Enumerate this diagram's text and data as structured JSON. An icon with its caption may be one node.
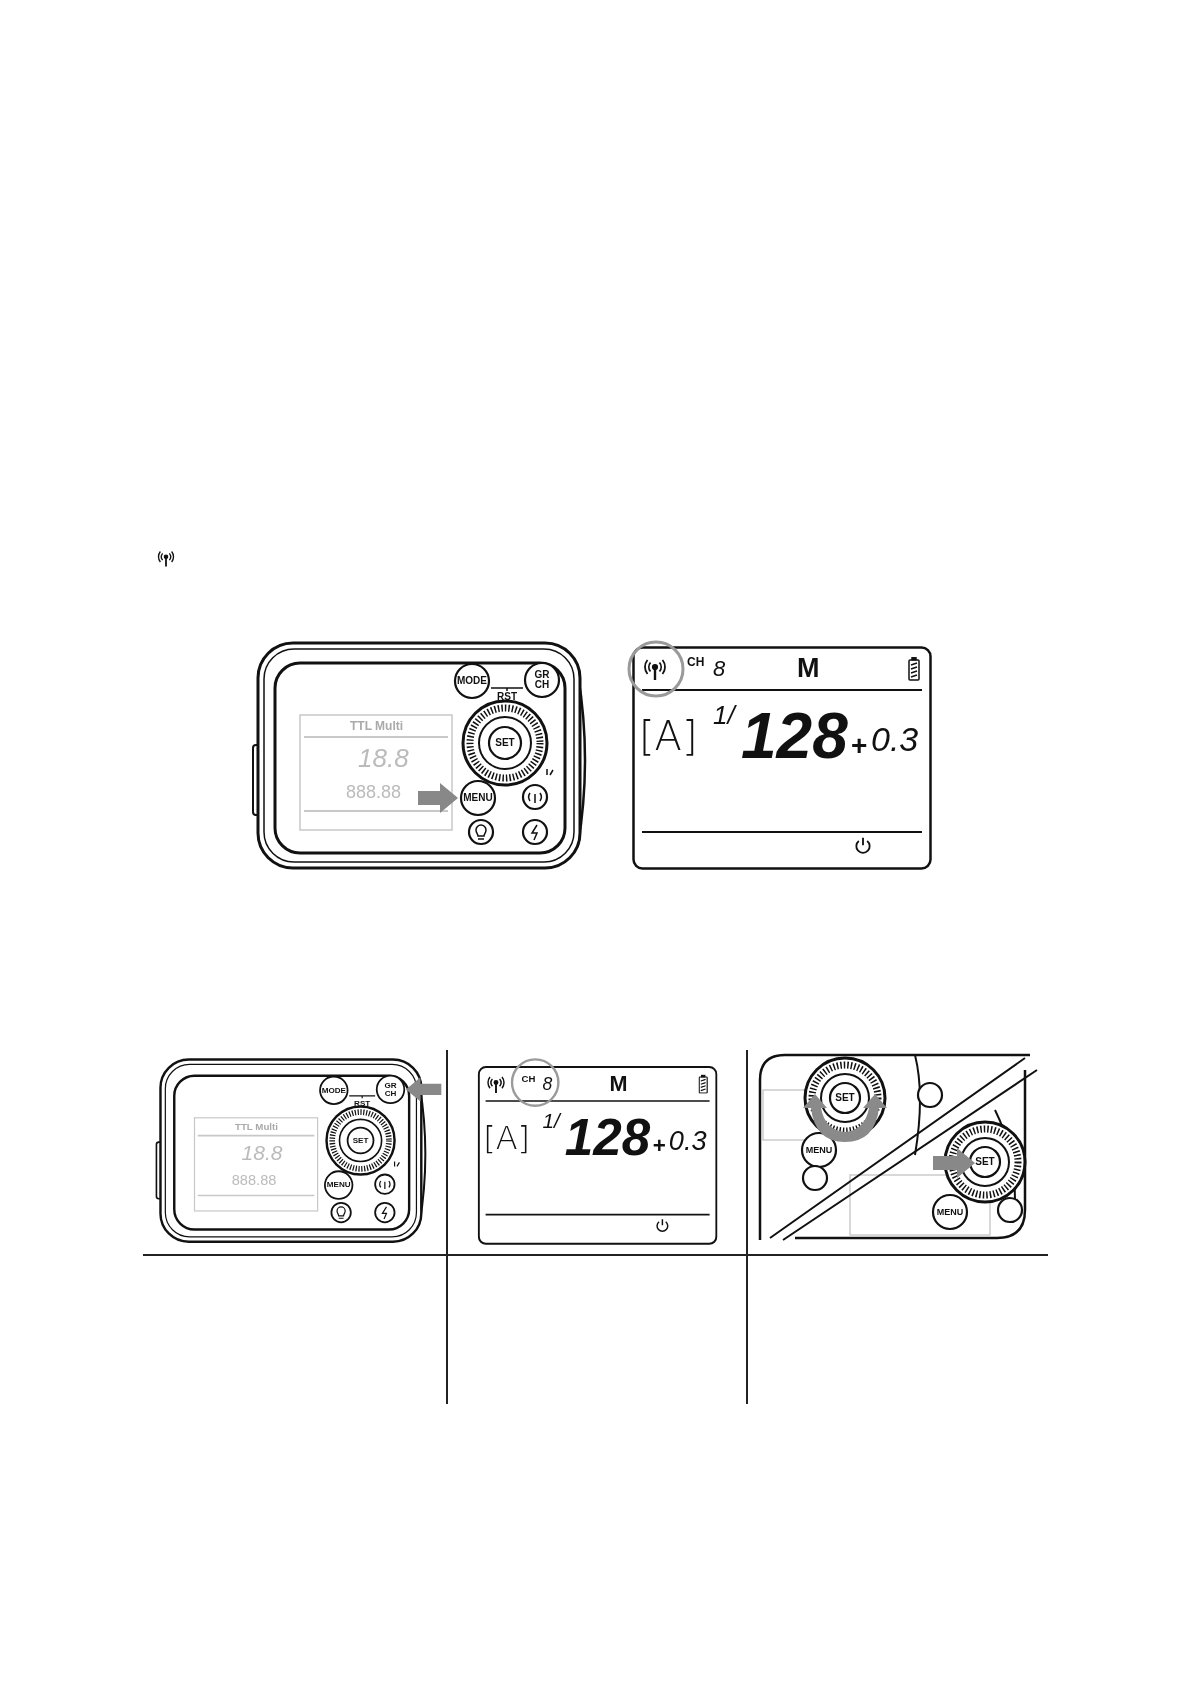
{
  "diagram": {
    "labels": [
      "TTL Multi",
      "18.8",
      "888.88",
      "MODE",
      "RST",
      "GR CH",
      "SET",
      "MENU",
      "CH",
      "8",
      "M",
      "[A]",
      "1/",
      "128",
      "+",
      "0.3",
      "TTL Multi",
      "18.8",
      "888.88",
      "MODE",
      "RST",
      "GR CH",
      "SET",
      "MENU",
      "CH",
      "8",
      "M",
      "[A]",
      "1/",
      "128",
      "+",
      "0.3",
      "SET",
      "MENU",
      "SET",
      "MENU"
    ]
  }
}
